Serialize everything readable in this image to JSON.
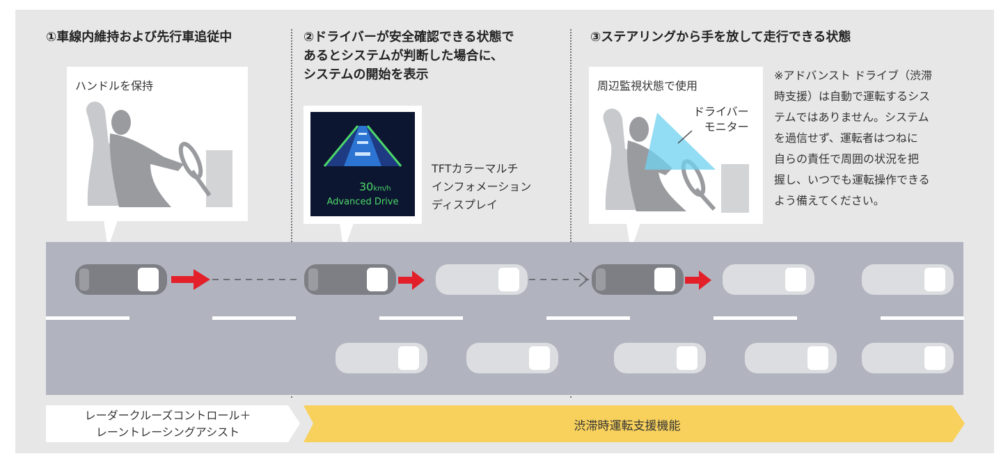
{
  "stage1": {
    "title": "①車線内維持および先行車追従中",
    "box_label": "ハンドルを保持"
  },
  "stage2": {
    "title_lines": [
      "②ドライバーが安全確認できる状態で",
      "あるとシステムが判断した場合に、",
      "システムの開始を表示"
    ],
    "display": {
      "speed": "30",
      "unit": "km/h",
      "mode": "Advanced Drive"
    },
    "caption_lines": [
      "TFTカラーマルチ",
      "インフォメーション",
      "ディスプレイ"
    ]
  },
  "stage3": {
    "title": "③ステアリングから手を放して走行できる状態",
    "box_label": "周辺監視状態で使用",
    "monitor_label_lines": [
      "ドライバー",
      "モニター"
    ],
    "note_lines": [
      "※アドバンスト ドライブ（渋滞",
      "時支援）は自動で運転するシス",
      "テムではありません。システム",
      "を過信せず、運転者はつねに",
      "自らの責任で周囲の状況を把",
      "握し、いつでも運転操作できる",
      "よう備えてください。"
    ]
  },
  "bottom_bar": {
    "left_lines": [
      "レーダークルーズコントロール＋",
      "レーントレーシングアシスト"
    ],
    "right_label": "渋滞時運転支援機能"
  },
  "colors": {
    "panel": "#e7e7e8",
    "road": "#b1b4bf",
    "ego_car": "#7d7f85",
    "other_car": "#dcdde0",
    "arrow": "#e3202a",
    "bar_yellow": "#f8d15c",
    "display_green": "#4dd86a",
    "display_blue": "#2f7fe0",
    "monitor_cyan": "#6fd2f0"
  }
}
